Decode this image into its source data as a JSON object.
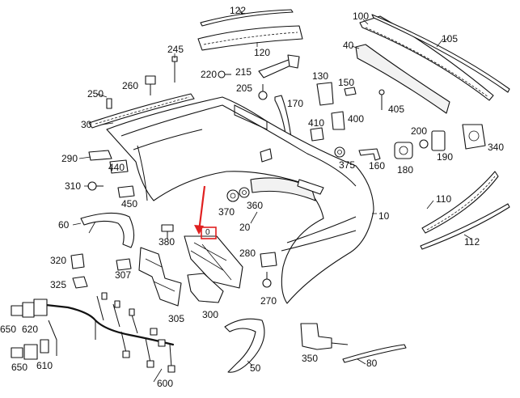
{
  "diagram": {
    "callouts": [
      {
        "id": "122",
        "text": "122"
      },
      {
        "id": "100",
        "text": "100"
      },
      {
        "id": "105",
        "text": "105"
      },
      {
        "id": "245",
        "text": "245"
      },
      {
        "id": "120",
        "text": "120"
      },
      {
        "id": "40",
        "text": "40"
      },
      {
        "id": "220",
        "text": "220"
      },
      {
        "id": "215",
        "text": "215"
      },
      {
        "id": "130",
        "text": "130"
      },
      {
        "id": "150",
        "text": "150"
      },
      {
        "id": "250",
        "text": "250"
      },
      {
        "id": "260",
        "text": "260"
      },
      {
        "id": "205",
        "text": "205"
      },
      {
        "id": "170",
        "text": "170"
      },
      {
        "id": "405",
        "text": "405"
      },
      {
        "id": "30",
        "text": "30"
      },
      {
        "id": "410",
        "text": "410"
      },
      {
        "id": "400",
        "text": "400"
      },
      {
        "id": "200",
        "text": "200"
      },
      {
        "id": "290",
        "text": "290"
      },
      {
        "id": "440",
        "text": "440"
      },
      {
        "id": "375",
        "text": "375"
      },
      {
        "id": "160",
        "text": "160"
      },
      {
        "id": "180",
        "text": "180"
      },
      {
        "id": "190",
        "text": "190"
      },
      {
        "id": "340",
        "text": "340"
      },
      {
        "id": "310",
        "text": "310"
      },
      {
        "id": "450",
        "text": "450"
      },
      {
        "id": "110",
        "text": "110"
      },
      {
        "id": "370",
        "text": "370"
      },
      {
        "id": "360",
        "text": "360"
      },
      {
        "id": "10",
        "text": "10"
      },
      {
        "id": "60",
        "text": "60"
      },
      {
        "id": "20",
        "text": "20"
      },
      {
        "id": "380",
        "text": "380"
      },
      {
        "id": "0",
        "text": "0"
      },
      {
        "id": "112",
        "text": "112"
      },
      {
        "id": "280",
        "text": "280"
      },
      {
        "id": "320",
        "text": "320"
      },
      {
        "id": "307",
        "text": "307"
      },
      {
        "id": "325",
        "text": "325"
      },
      {
        "id": "270",
        "text": "270"
      },
      {
        "id": "300",
        "text": "300"
      },
      {
        "id": "305",
        "text": "305"
      },
      {
        "id": "650a",
        "text": "650"
      },
      {
        "id": "620",
        "text": "620"
      },
      {
        "id": "50",
        "text": "50"
      },
      {
        "id": "350",
        "text": "350"
      },
      {
        "id": "80",
        "text": "80"
      },
      {
        "id": "650b",
        "text": "650"
      },
      {
        "id": "610",
        "text": "610"
      },
      {
        "id": "600",
        "text": "600"
      }
    ],
    "highlight_color": "#e02020"
  }
}
